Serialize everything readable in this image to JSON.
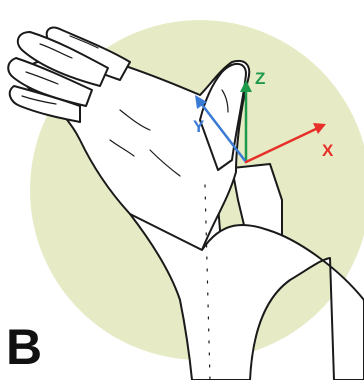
{
  "panel_label": "B",
  "axes": {
    "x": {
      "label": "X",
      "color": "#e8302a"
    },
    "y": {
      "label": "Y",
      "color": "#3a7bd5"
    },
    "z": {
      "label": "Z",
      "color": "#1f9a4a"
    }
  },
  "colors": {
    "background_circle": "#e6ebc5",
    "line_art": "#1a1a1a",
    "skin_fill": "#ffffff"
  }
}
